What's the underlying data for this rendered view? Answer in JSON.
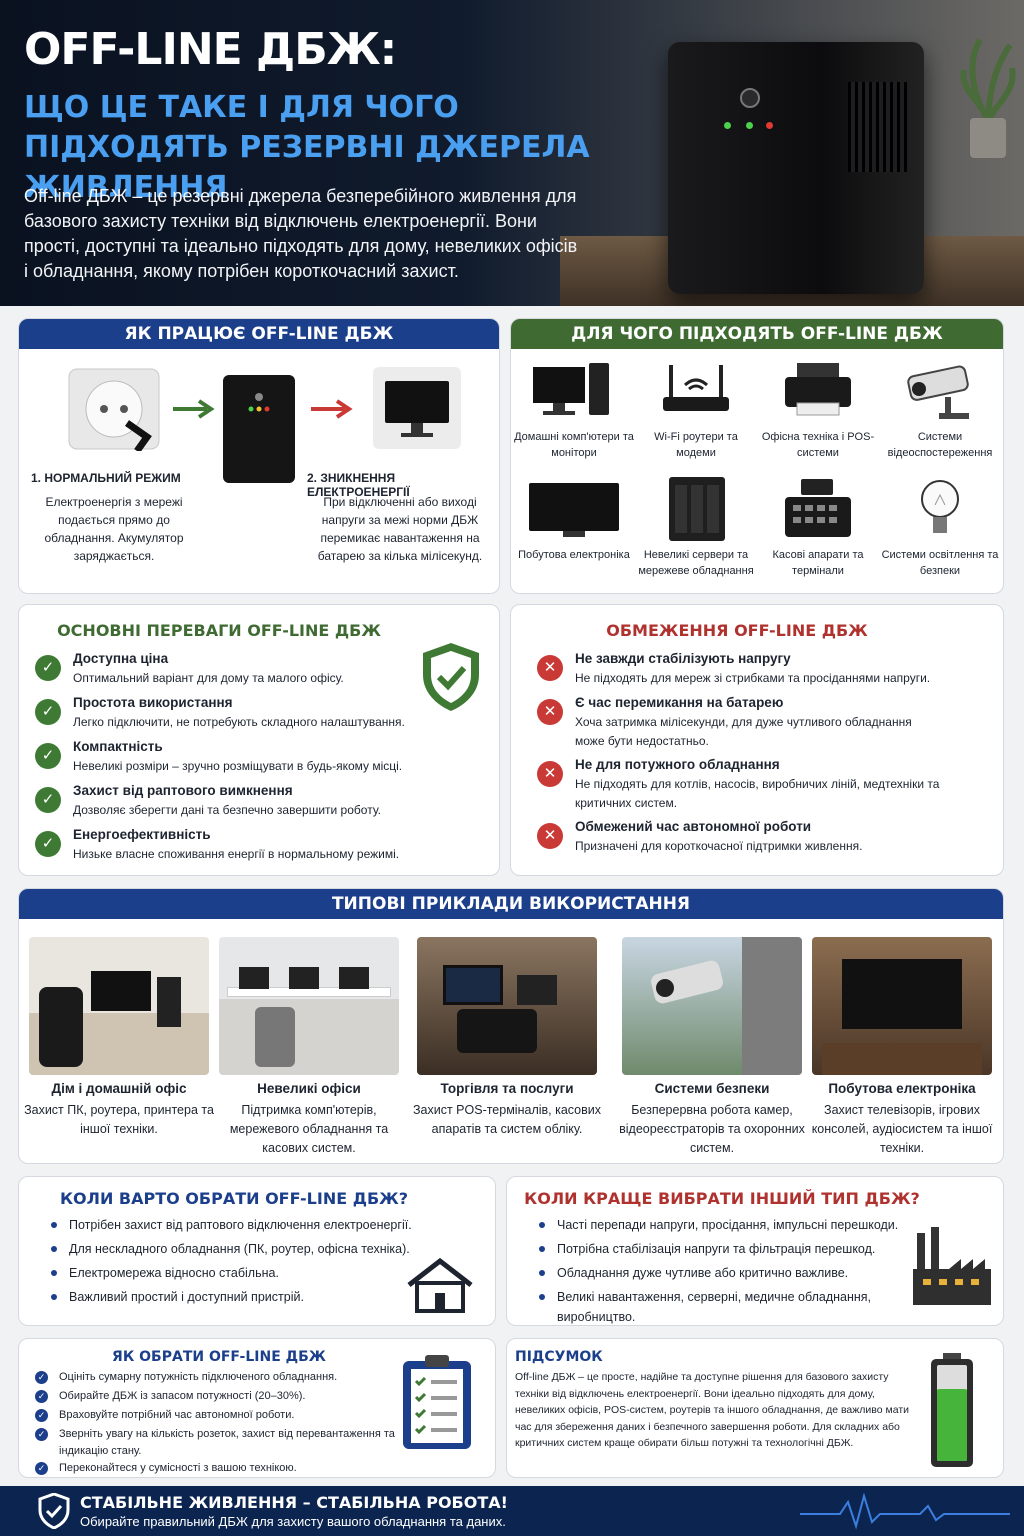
{
  "hero": {
    "title": "OFF-LINE ДБЖ:",
    "subtitle": "ЩО ЦЕ ТАКЕ І ДЛЯ ЧОГО ПІДХОДЯТЬ РЕЗЕРВНІ ДЖЕРЕЛА ЖИВЛЕННЯ",
    "text": "Off-line ДБЖ – це резервні джерела безперебійного живлення для базового захисту техніки від відключень електроенергії. Вони прості, доступні та ідеально підходять для дому, невеликих офісів і обладнання, якому потрібен короткочасний захист."
  },
  "how": {
    "header": "ЯК ПРАЦЮЄ OFF-LINE ДБЖ",
    "s1_title": "1.  НОРМАЛЬНИЙ РЕЖИМ",
    "s1_text": "Електроенергія з мережі подається прямо до обладнання. Акумулятор заряджається.",
    "s2_title": "2.  ЗНИКНЕННЯ ЕЛЕКТРОЕНЕРГІЇ",
    "s2_text": "При відключенні або виході напруги за межі норми ДБЖ перемикає навантаження на батарею за кілька мілісекунд."
  },
  "suit": {
    "header": "ДЛЯ ЧОГО ПІДХОДЯТЬ OFF-LINE ДБЖ",
    "items": [
      "Домашні комп'ютери та монітори",
      "Wi-Fi роутери та модеми",
      "Офісна техніка і POS-системи",
      "Системи відеоспостереження",
      "Побутова електроніка",
      "Невеликі сервери та мережеве обладнання",
      "Касові апарати та термінали",
      "Системи освітлення та безпеки"
    ]
  },
  "adv": {
    "title": "ОСНОВНІ ПЕРЕВАГИ OFF-LINE ДБЖ",
    "items": [
      {
        "t": "Доступна ціна",
        "d": "Оптимальний варіант для дому та малого офісу."
      },
      {
        "t": "Простота використання",
        "d": "Легко підключити, не потребують складного налаштування."
      },
      {
        "t": "Компактність",
        "d": "Невеликі розміри – зручно розміщувати в будь-якому місці."
      },
      {
        "t": "Захист від раптового вимкнення",
        "d": "Дозволяє зберегти дані та безпечно завершити роботу."
      },
      {
        "t": "Енергоефективність",
        "d": "Низьке власне споживання енергії в нормальному режимі."
      }
    ]
  },
  "lim": {
    "title": "ОБМЕЖЕННЯ OFF-LINE ДБЖ",
    "items": [
      {
        "t": "Не завжди стабілізують напругу",
        "d": "Не підходять для мереж зі стрибками та просіданнями напруги."
      },
      {
        "t": "Є час перемикання на батарею",
        "d": "Хоча затримка мілісекунди, для дуже чутливого обладнання може бути недостатньо."
      },
      {
        "t": "Не для потужного обладнання",
        "d": "Не підходять для котлів, насосів, виробничих ліній, медтехніки та критичних систем."
      },
      {
        "t": "Обмежений час автономної роботи",
        "d": "Призначені для короткочасної підтримки живлення."
      }
    ]
  },
  "uses": {
    "header": "ТИПОВІ ПРИКЛАДИ ВИКОРИСТАННЯ",
    "items": [
      {
        "t": "Дім і домашній офіс",
        "d": "Захист ПК, роутера, принтера та іншої техніки."
      },
      {
        "t": "Невеликі офіси",
        "d": "Підтримка комп'ютерів, мережевого обладнання та касових систем."
      },
      {
        "t": "Торгівля та послуги",
        "d": "Захист POS-терміналів, касових апаратів та систем обліку."
      },
      {
        "t": "Системи безпеки",
        "d": "Безперервна робота камер, відеореєстраторів та охоронних систем."
      },
      {
        "t": "Побутова електроніка",
        "d": "Захист телевізорів, ігрових консолей, аудіосистем та іншої техніки."
      }
    ]
  },
  "when": {
    "title": "КОЛИ ВАРТО ОБРАТИ OFF-LINE ДБЖ?",
    "items": [
      "Потрібен захист від раптового відключення електроенергії.",
      "Для нескладного обладнання (ПК, роутер, офісна техніка).",
      "Електромережа відносно стабільна.",
      "Важливий простий і доступний пристрій."
    ]
  },
  "other": {
    "title": "КОЛИ КРАЩЕ ВИБРАТИ ІНШИЙ ТИП ДБЖ?",
    "items": [
      "Часті перепади напруги, просідання, імпульсні перешкоди.",
      "Потрібна стабілізація напруги та фільтрація перешкод.",
      "Обладнання дуже чутливе або критично важливе.",
      "Великі навантаження, серверні, медичне обладнання, виробництво."
    ]
  },
  "choose": {
    "title": "ЯК ОБРАТИ OFF-LINE ДБЖ",
    "items": [
      "Оцініть сумарну потужність підключеного обладнання.",
      "Обирайте ДБЖ із запасом потужності (20–30%).",
      "Враховуйте потрібний час автономної роботи.",
      "Зверніть увагу на кількість розеток, захист від перевантаження та індикацію стану.",
      "Переконайтеся у сумісності з вашою технікою."
    ]
  },
  "summary": {
    "title": "ПІДСУМОК",
    "text": "Off-line ДБЖ – це просте, надійне та доступне рішення для базового захисту техніки від відключень електроенергії. Вони ідеально підходять для дому, невеликих офісів, POS-систем, роутерів та іншого обладнання, де важливо мати час для збереження даних і безпечного завершення роботи. Для складних або критичних систем краще обирати більш потужні та технологічні ДБЖ."
  },
  "footer": {
    "title": "СТАБІЛЬНЕ ЖИВЛЕННЯ – СТАБІЛЬНА РОБОТА!",
    "text": "Обирайте правильний ДБЖ для захисту вашого обладнання та даних."
  }
}
